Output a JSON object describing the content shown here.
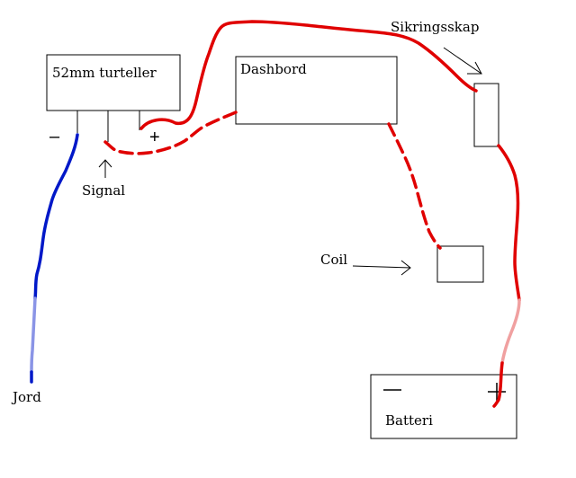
{
  "labels": {
    "tach": "52mm turteller",
    "dash": "Dashbord",
    "fuse": "Sikringsskap",
    "coil": "Coil",
    "battery": "Batteri",
    "signal": "Signal",
    "ground": "Jord",
    "minus_tach": "–",
    "plus_tach": "+",
    "minus_bat": "—",
    "plus_bat": "+"
  },
  "colors": {
    "red_wire": "#e00000",
    "blue_wire": "#0018c8",
    "light_blue_wire": "#8a94e6",
    "pink_wire": "#f0a0a0",
    "outline": "#000000"
  }
}
